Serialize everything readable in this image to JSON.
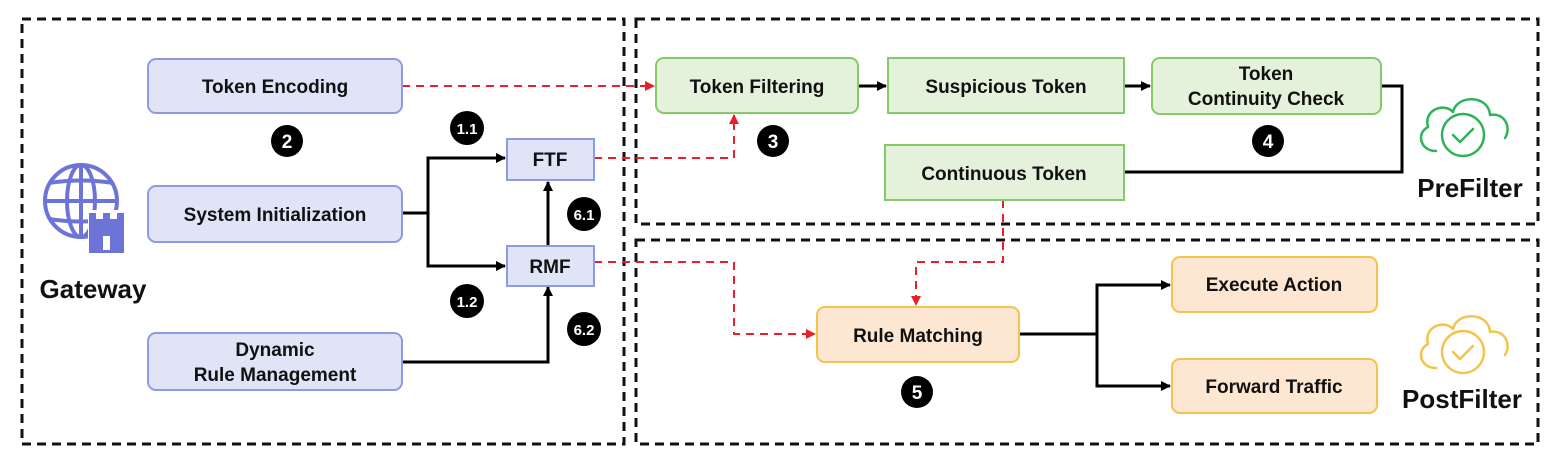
{
  "colors": {
    "blue_fill": "#dfe4f7",
    "blue_stroke": "#8f9be0",
    "green_fill": "#e4f2dc",
    "green_stroke": "#86c96a",
    "orange_fill": "#fde7d3",
    "orange_stroke": "#f5c24c",
    "red_arrow": "#e8202a",
    "black": "#000000",
    "gateway_icon": "#6d74d8",
    "prefilter_icon": "#2fb35a",
    "postfilter_icon": "#f5c24c"
  },
  "gateway": {
    "label": "Gateway",
    "icon": "globe-castle-icon",
    "nodes": {
      "token_encoding": "Token Encoding",
      "system_init": "System Initialization",
      "dynamic_rule_line1": "Dynamic",
      "dynamic_rule_line2": "Rule Management",
      "ftf": "FTF",
      "rmf": "RMF"
    },
    "badges": {
      "b2": "2",
      "b1_1": "1.1",
      "b1_2": "1.2",
      "b6_1": "6.1",
      "b6_2": "6.2"
    }
  },
  "prefilter": {
    "label": "PreFilter",
    "icon": "cloud-check-icon",
    "nodes": {
      "token_filtering": "Token Filtering",
      "suspicious_token": "Suspicious Token",
      "continuity_line1": "Token",
      "continuity_line2": "Continuity Check",
      "continuous_token": "Continuous Token"
    },
    "badges": {
      "b3": "3",
      "b4": "4"
    }
  },
  "postfilter": {
    "label": "PostFilter",
    "icon": "cloud-check-icon",
    "nodes": {
      "rule_matching": "Rule Matching",
      "execute_action": "Execute Action",
      "forward_traffic": "Forward Traffic"
    },
    "badges": {
      "b5": "5"
    }
  }
}
